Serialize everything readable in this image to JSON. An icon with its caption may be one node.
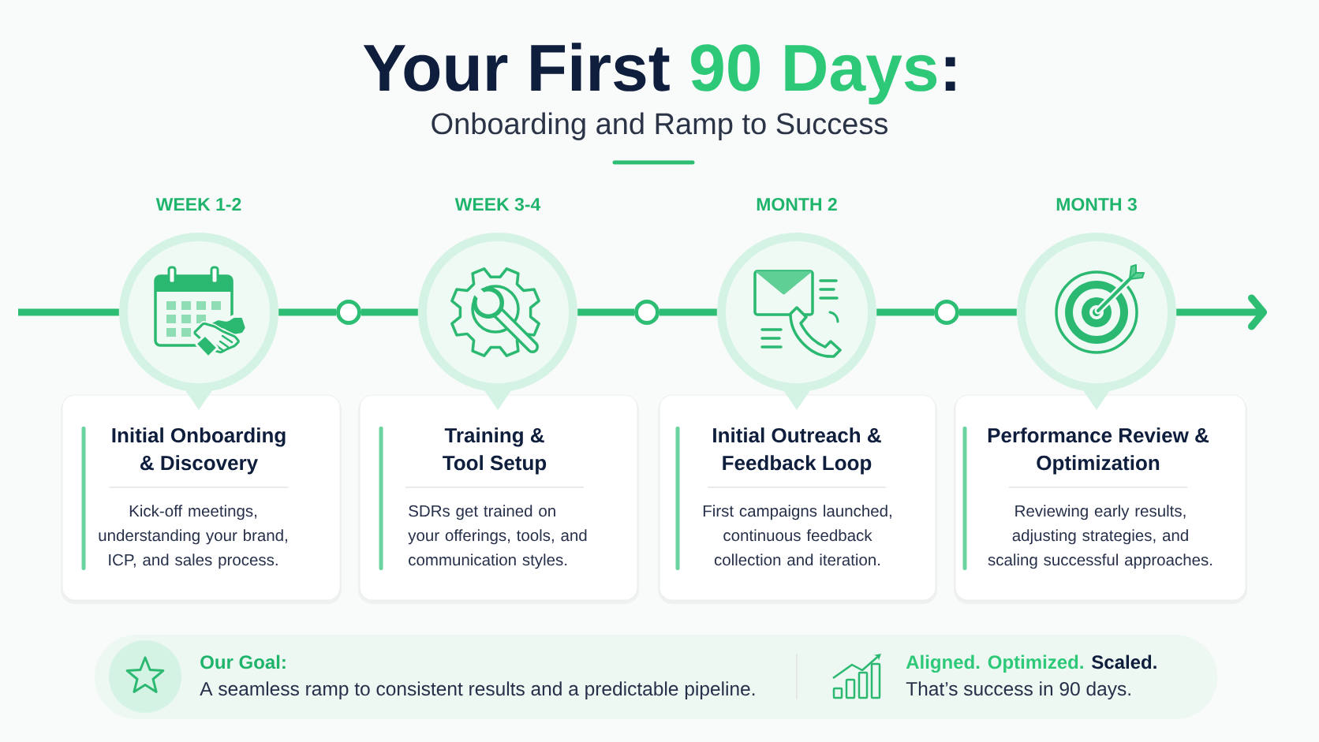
{
  "diagram": {
    "title": "Your First **90 Days**:",
    "nodes": [
      {
        "text": [
          "WEEK 1-2"
        ]
      },
      {
        "text": [],
        "shape": "circle"
      },
      {
        "text": [
          "WEEK 3-4"
        ]
      },
      {
        "text": [],
        "shape": "circle"
      },
      {
        "text": [
          "MONTH 2"
        ]
      },
      {
        "text": [],
        "shape": "circle"
      },
      {
        "text": [
          "MONTH 3"
        ]
      },
      {
        "text": [
          "Initial Onboarding & Discovery",
          "Kick-off meetings, understanding your brand, ICP, and sales process."
        ]
      },
      {
        "text": [
          "Training & Tool Setup",
          "SDRs get trained on your offerings, tools, and communication styles."
        ]
      },
      {
        "text": [
          "Initial Outreach & Feedback Loop",
          "First campaigns launched, continuous feedback collection and iteration."
        ]
      },
      {
        "text": [
          "Performance Review & Optimization",
          "Reviewing early results, adjusting strategies, and scaling successful approaches."
        ]
      },
      {
        "text": [
          "Our Goal:",
          "A seamless ramp to consistent results and a predictable pipeline.",
          "**Aligned. Optimized.** Scaled.",
          "That’s success in 90 days."
        ]
      }
    ],
    "edges": [
      {
        "from": null,
        "to": 0,
        "arrow": "none"
      },
      {
        "from": 0,
        "to": 1,
        "arrow": "none"
      },
      {
        "from": 1,
        "to": 2,
        "arrow": "none"
      },
      {
        "from": 2,
        "to": 3,
        "arrow": "none"
      },
      {
        "from": 3,
        "to": 4,
        "arrow": "none"
      },
      {
        "from": 4,
        "to": 5,
        "arrow": "none"
      },
      {
        "from": 5,
        "to": 6,
        "arrow": "none"
      },
      {
        "from": 6,
        "to": null,
        "arrow": "to"
      }
    ],
    "labels": [
      "Onboarding and Ramp to Success"
    ]
  }
}
